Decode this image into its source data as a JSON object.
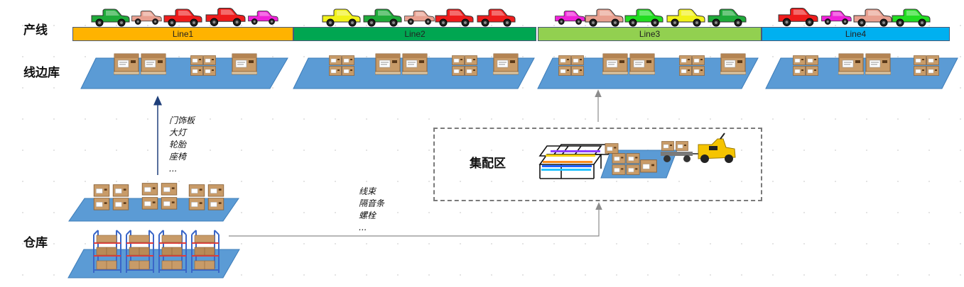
{
  "labels": {
    "production_line": "产线",
    "line_side_store": "线边库",
    "warehouse": "仓库",
    "kitting_area": "集配区"
  },
  "lines": [
    {
      "name": "Line1",
      "color": "#ffb300"
    },
    {
      "name": "Line2",
      "color": "#00a651"
    },
    {
      "name": "Line3",
      "color": "#92d050"
    },
    {
      "name": "Line4",
      "color": "#00b0f0"
    }
  ],
  "direct_parts": [
    "门饰板",
    "大灯",
    "轮胎",
    "座椅",
    "..."
  ],
  "kitting_parts": [
    "线束",
    "隔音条",
    "螺栓",
    "..."
  ],
  "colors": {
    "platform": "#5b9bd5",
    "arrow_direct": "#1f3f7a",
    "arrow_kitting": "#8c8c8c",
    "box": "#c89b68",
    "box_dark": "#a87b4c",
    "tug": "#f5c400"
  }
}
